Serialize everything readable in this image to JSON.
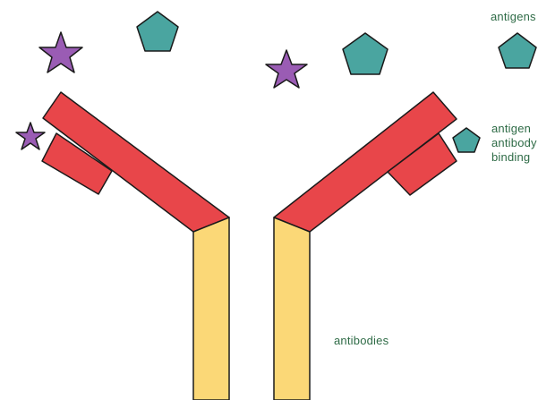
{
  "labels": {
    "antigens": "antigens",
    "binding": [
      "antigen",
      "antibody",
      "binding"
    ],
    "antibodies": "antibodies"
  },
  "colors": {
    "heavy_chain": "#f2c96b",
    "heavy_chain_fill": "#fbd877",
    "light_chain": "#e8464a",
    "antigen_star": "#9a5cb4",
    "antigen_pentagon": "#4aa5a0",
    "outline": "#1a1a1a",
    "label_text": "#2e6b46"
  },
  "icons": {
    "star": "star-antigen-icon",
    "pentagon": "pentagon-antigen-icon"
  }
}
